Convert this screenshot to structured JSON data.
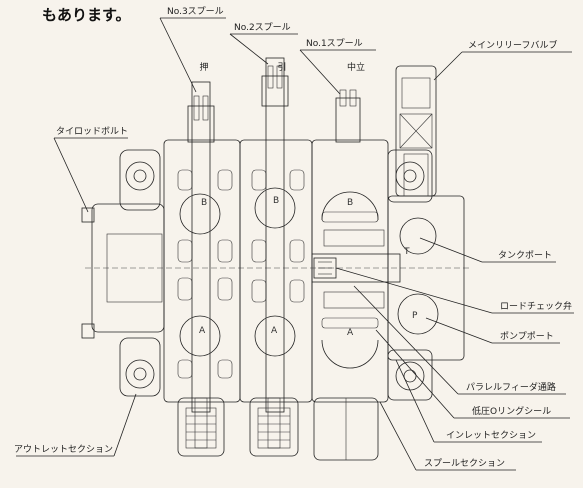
{
  "intro_text": "もあります。",
  "colors": {
    "body_fill": "#c7dbe8",
    "white_section": "#f3f3f1",
    "spool_fill": "#9fb4c4",
    "line": "#222222"
  },
  "spool_labels": {
    "no3": "No.3スプール",
    "no2": "No.2スプール",
    "no1": "No.1スプール"
  },
  "positions": {
    "push": "押",
    "pull": "引",
    "neutral": "中立"
  },
  "port_marks": {
    "b1": "B",
    "b2": "B",
    "b3": "B",
    "a1": "A",
    "a2": "A",
    "a3": "A",
    "t": "T",
    "p": "P"
  },
  "callouts": {
    "main_relief_valve": "メインリリーフバルブ",
    "tie_rod_bolt": "タイロッドボルト",
    "tank_port": "タンクポート",
    "load_check_valve": "ロードチェック弁",
    "pump_port": "ポンプポート",
    "parallel_feeder": "パラレルフィーダ通路",
    "low_pressure_oring": "低圧Oリングシール",
    "inlet_section": "インレットセクション",
    "outlet_section": "アウトレットセクション",
    "spool_section": "スプールセクション"
  }
}
